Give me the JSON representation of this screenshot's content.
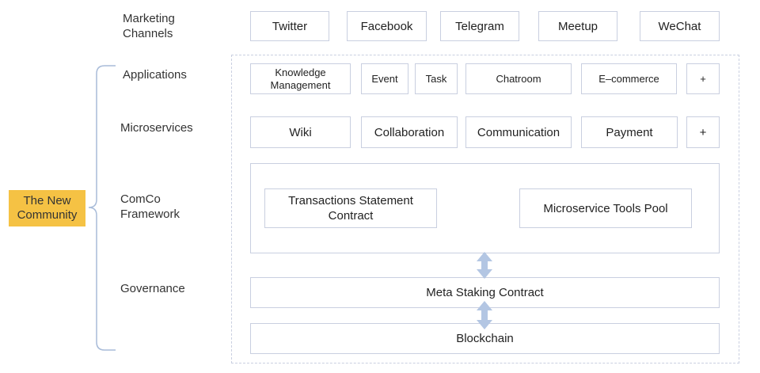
{
  "colors": {
    "badge_fill": "#f5c244",
    "brace": "#a9bcd9",
    "arrow": "#b3c6e3",
    "box_border": "#c9cfe0"
  },
  "badge": {
    "label": "The New\nCommunity"
  },
  "layers": {
    "marketing": "Marketing\nChannels",
    "applications": "Applications",
    "microservices": "Microservices",
    "framework": "ComCo\nFramework",
    "governance": "Governance"
  },
  "marketing_channels": [
    "Twitter",
    "Facebook",
    "Telegram",
    "Meetup",
    "WeChat"
  ],
  "applications": [
    "Knowledge\nManagement",
    "Event",
    "Task",
    "Chatroom",
    "E–commerce",
    "+"
  ],
  "microservices": [
    "Wiki",
    "Collaboration",
    "Communication",
    "Payment",
    "+"
  ],
  "framework": {
    "transactions": "Transactions Statement\nContract",
    "tools_pool": "Microservice Tools Pool"
  },
  "governance": {
    "staking": "Meta Staking Contract",
    "blockchain": "Blockchain"
  }
}
